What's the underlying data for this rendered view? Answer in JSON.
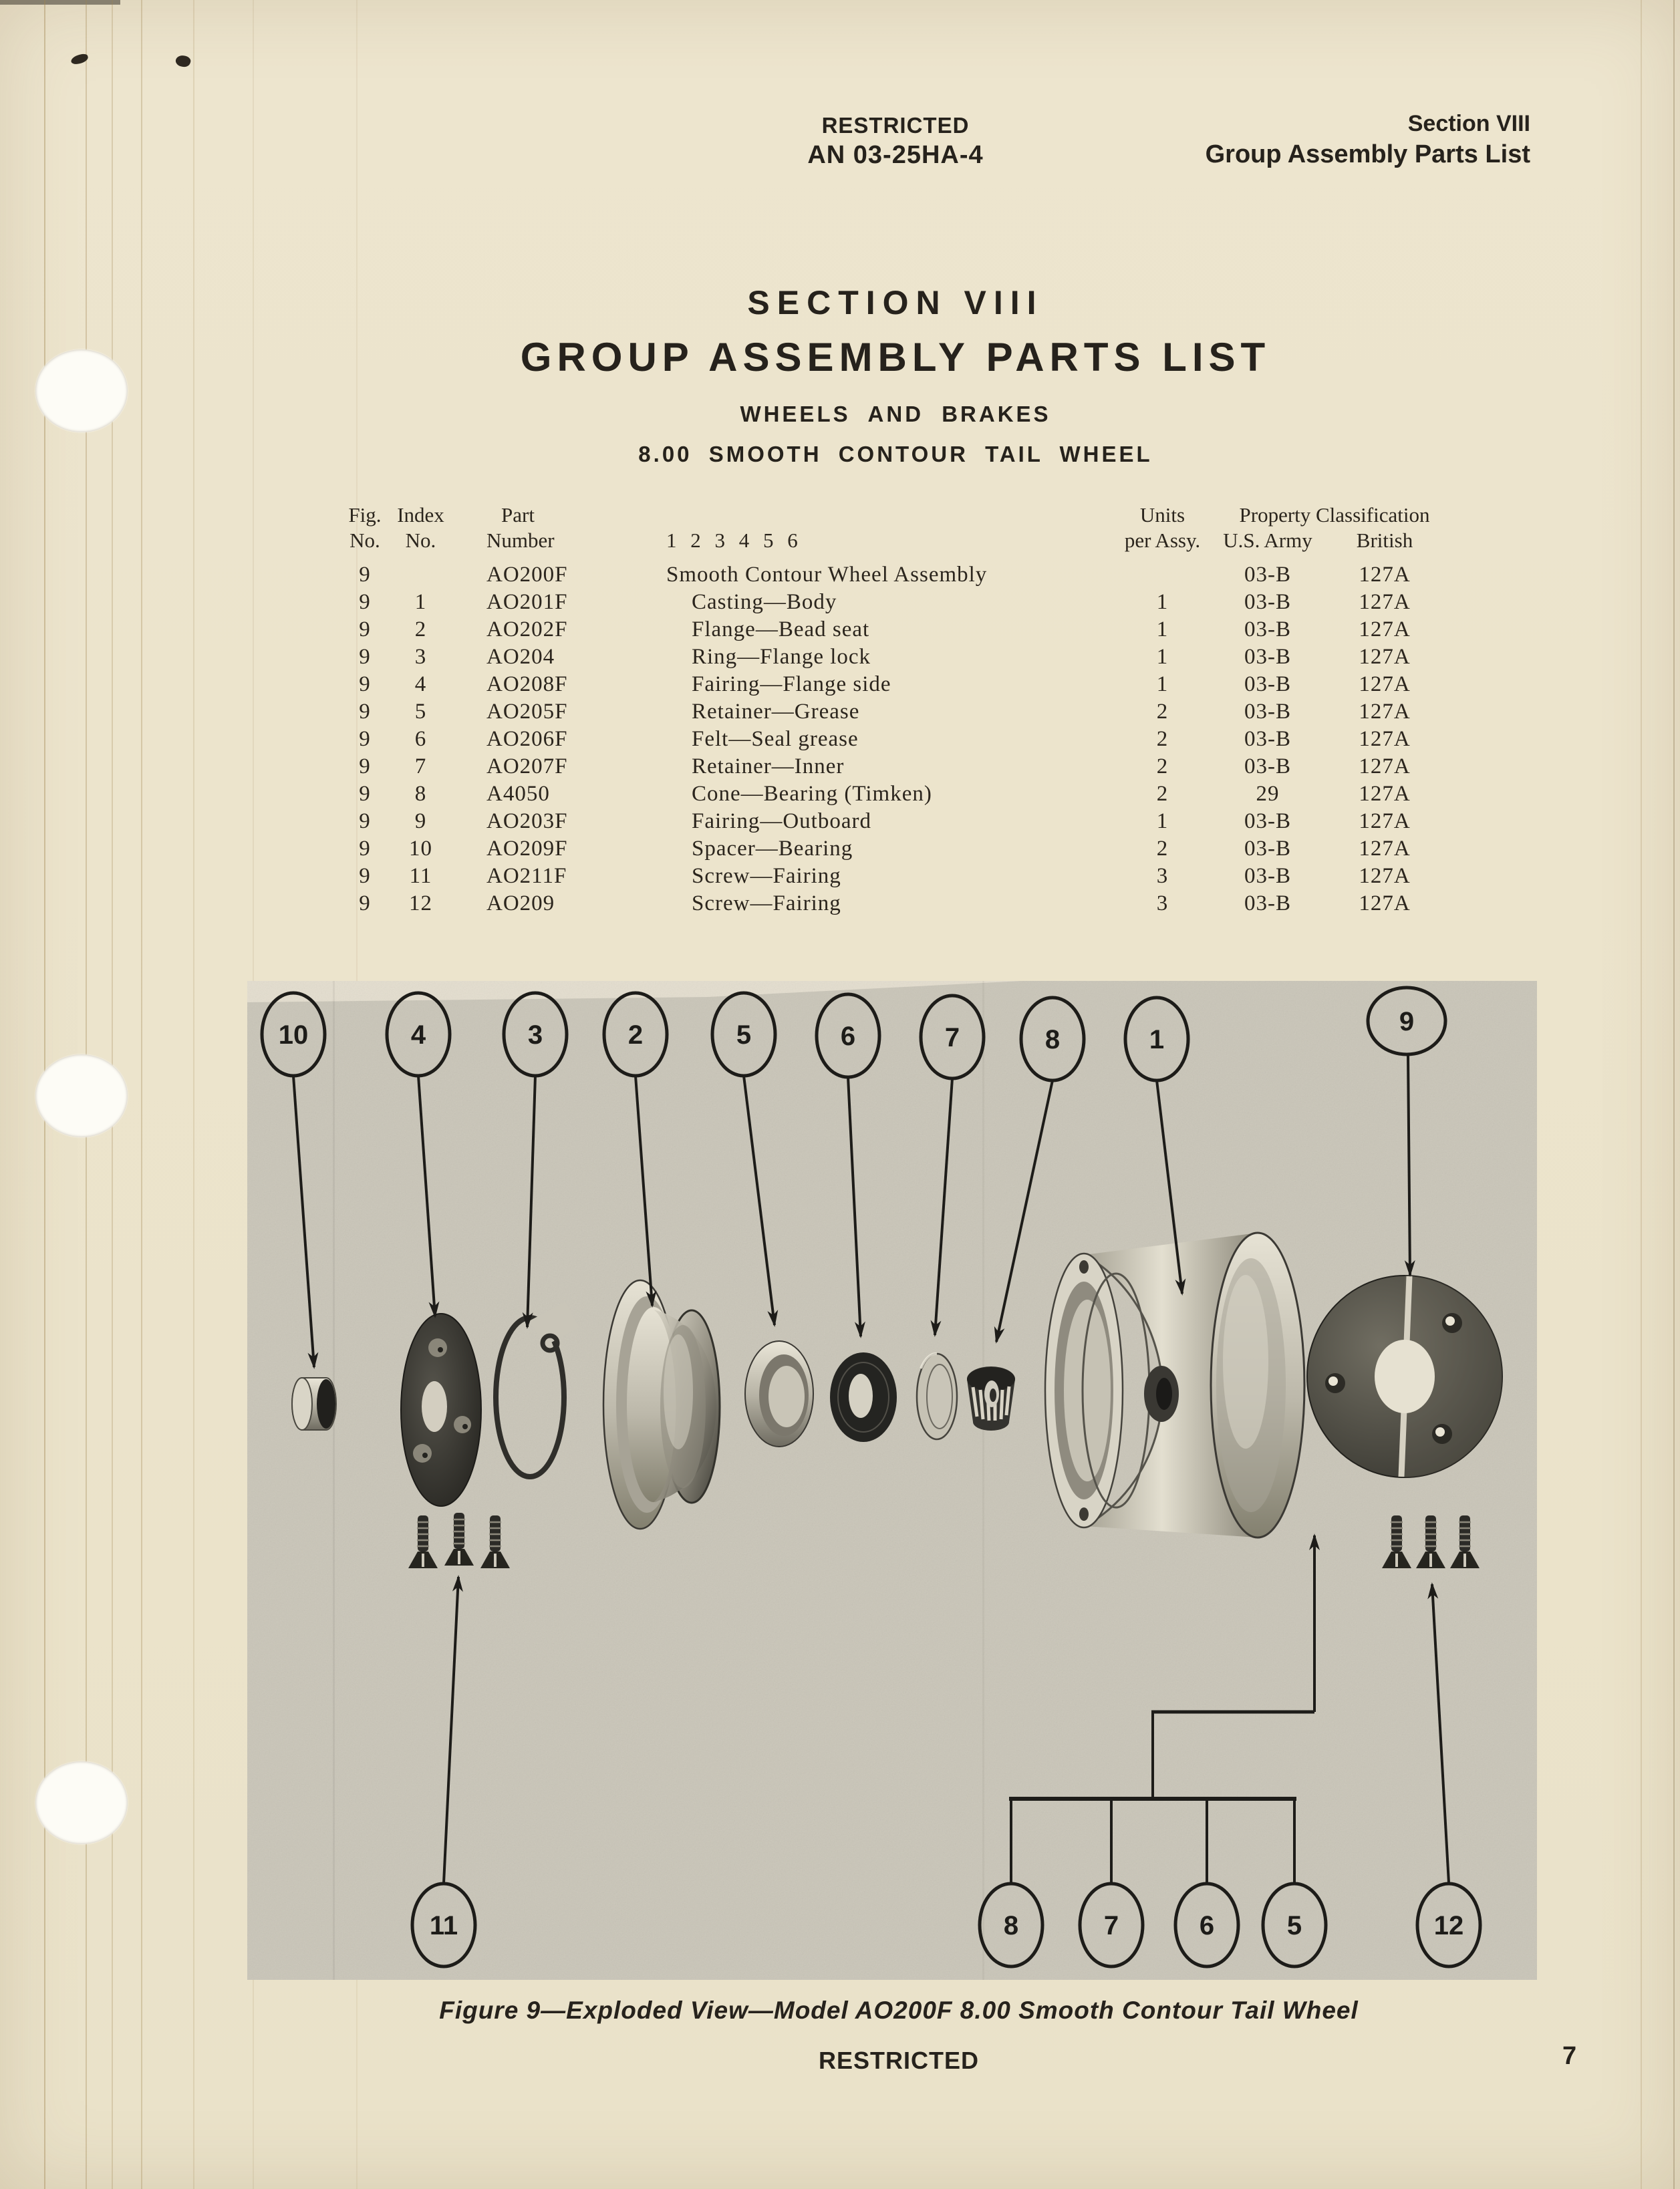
{
  "header": {
    "left_line1": "RESTRICTED",
    "left_line2": "AN 03-25HA-4",
    "right_line1": "Section VIII",
    "right_line2": "Group Assembly Parts List"
  },
  "title": {
    "line1": "SECTION VIII",
    "line2": "GROUP ASSEMBLY PARTS LIST",
    "line3": "WHEELS AND BRAKES",
    "line4": "8.00 SMOOTH CONTOUR TAIL WHEEL"
  },
  "table": {
    "head": {
      "fig_l1": "Fig.",
      "fig_l2": "No.",
      "index_l1": "Index",
      "index_l2": "No.",
      "part_l1": "Part",
      "part_l2": "Number",
      "desc_l2": "1 2 3 4 5 6",
      "units_l1": "Units",
      "units_l2": "per Assy.",
      "propclass": "Property Classification",
      "army": "U.S. Army",
      "british": "British"
    },
    "rows": [
      {
        "fig": "9",
        "idx": "",
        "part": "AO200F",
        "desc": "Smooth Contour Wheel Assembly",
        "units": "",
        "army": "03-B",
        "brit": "127A"
      },
      {
        "fig": "9",
        "idx": "1",
        "part": "AO201F",
        "desc": "Casting—Body",
        "units": "1",
        "army": "03-B",
        "brit": "127A"
      },
      {
        "fig": "9",
        "idx": "2",
        "part": "AO202F",
        "desc": "Flange—Bead seat",
        "units": "1",
        "army": "03-B",
        "brit": "127A"
      },
      {
        "fig": "9",
        "idx": "3",
        "part": "AO204",
        "desc": "Ring—Flange lock",
        "units": "1",
        "army": "03-B",
        "brit": "127A"
      },
      {
        "fig": "9",
        "idx": "4",
        "part": "AO208F",
        "desc": "Fairing—Flange side",
        "units": "1",
        "army": "03-B",
        "brit": "127A"
      },
      {
        "fig": "9",
        "idx": "5",
        "part": "AO205F",
        "desc": "Retainer—Grease",
        "units": "2",
        "army": "03-B",
        "brit": "127A"
      },
      {
        "fig": "9",
        "idx": "6",
        "part": "AO206F",
        "desc": "Felt—Seal grease",
        "units": "2",
        "army": "03-B",
        "brit": "127A"
      },
      {
        "fig": "9",
        "idx": "7",
        "part": "AO207F",
        "desc": "Retainer—Inner",
        "units": "2",
        "army": "03-B",
        "brit": "127A"
      },
      {
        "fig": "9",
        "idx": "8",
        "part": "A4050",
        "desc": "Cone—Bearing (Timken)",
        "units": "2",
        "army": "29",
        "brit": "127A"
      },
      {
        "fig": "9",
        "idx": "9",
        "part": "AO203F",
        "desc": "Fairing—Outboard",
        "units": "1",
        "army": "03-B",
        "brit": "127A"
      },
      {
        "fig": "9",
        "idx": "10",
        "part": "AO209F",
        "desc": "Spacer—Bearing",
        "units": "2",
        "army": "03-B",
        "brit": "127A"
      },
      {
        "fig": "9",
        "idx": "11",
        "part": "AO211F",
        "desc": "Screw—Fairing",
        "units": "3",
        "army": "03-B",
        "brit": "127A"
      },
      {
        "fig": "9",
        "idx": "12",
        "part": "AO209",
        "desc": "Screw—Fairing",
        "units": "3",
        "army": "03-B",
        "brit": "127A"
      }
    ]
  },
  "figure": {
    "caption": "Figure 9—Exploded View—Model AO200F 8.00 Smooth Contour Tail Wheel",
    "callouts_top": [
      "10",
      "4",
      "3",
      "2",
      "5",
      "6",
      "7",
      "8",
      "1",
      "9"
    ],
    "callouts_bottom": [
      "11",
      "8",
      "7",
      "6",
      "5",
      "12"
    ]
  },
  "footer": {
    "restricted": "RESTRICTED",
    "page_number": "7"
  },
  "colors": {
    "paper": "#ece4cd",
    "photo": "#c9c5b8",
    "ink": "#26221c"
  }
}
